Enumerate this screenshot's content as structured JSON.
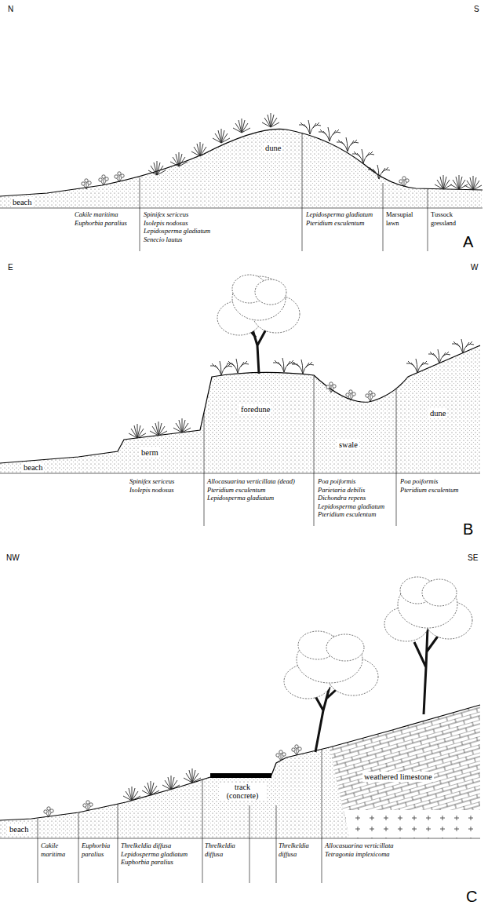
{
  "diagram": {
    "labels": [
      "N",
      "S",
      "dune",
      "beach",
      "Cakile maritima",
      "Euphorbia paralius",
      "Spinifex sericeus",
      "Isolepis nodosus",
      "Lepidosperma gladiatum",
      "Senecio lautus",
      "Lepidosperma gladiatum",
      "Pteridium esculentum",
      "Marsupial lawn",
      "Tussock gressland",
      "A",
      "E",
      "W",
      "beach",
      "berm",
      "foredune",
      "swale",
      "dune",
      "Spinifex sericeus",
      "Isolepis nodosus",
      "Allocasuarina verticillata (dead)",
      "Pteridium esculentum",
      "Lepidosperma gladiatum",
      "Poa poiformis",
      "Parietaria debilis",
      "Dichondra repens",
      "Lepidosperma gladiatum",
      "Pteridium esculentum",
      "Poa poiformis",
      "Pteridium esculentum",
      "B",
      "NW",
      "SE",
      "beach",
      "track (concrete)",
      "weathered limestone",
      "Cakile maritima",
      "Euphorbia paralius",
      "Threlkeldia diffusa",
      "Lepidosperma gladiatum",
      "Euphorbia paralius",
      "Threlkeldia diffusa",
      "Threlkeldia diffusa",
      "Allocasuarina verticillata",
      "Tetragonia implexicoma",
      "C"
    ]
  }
}
